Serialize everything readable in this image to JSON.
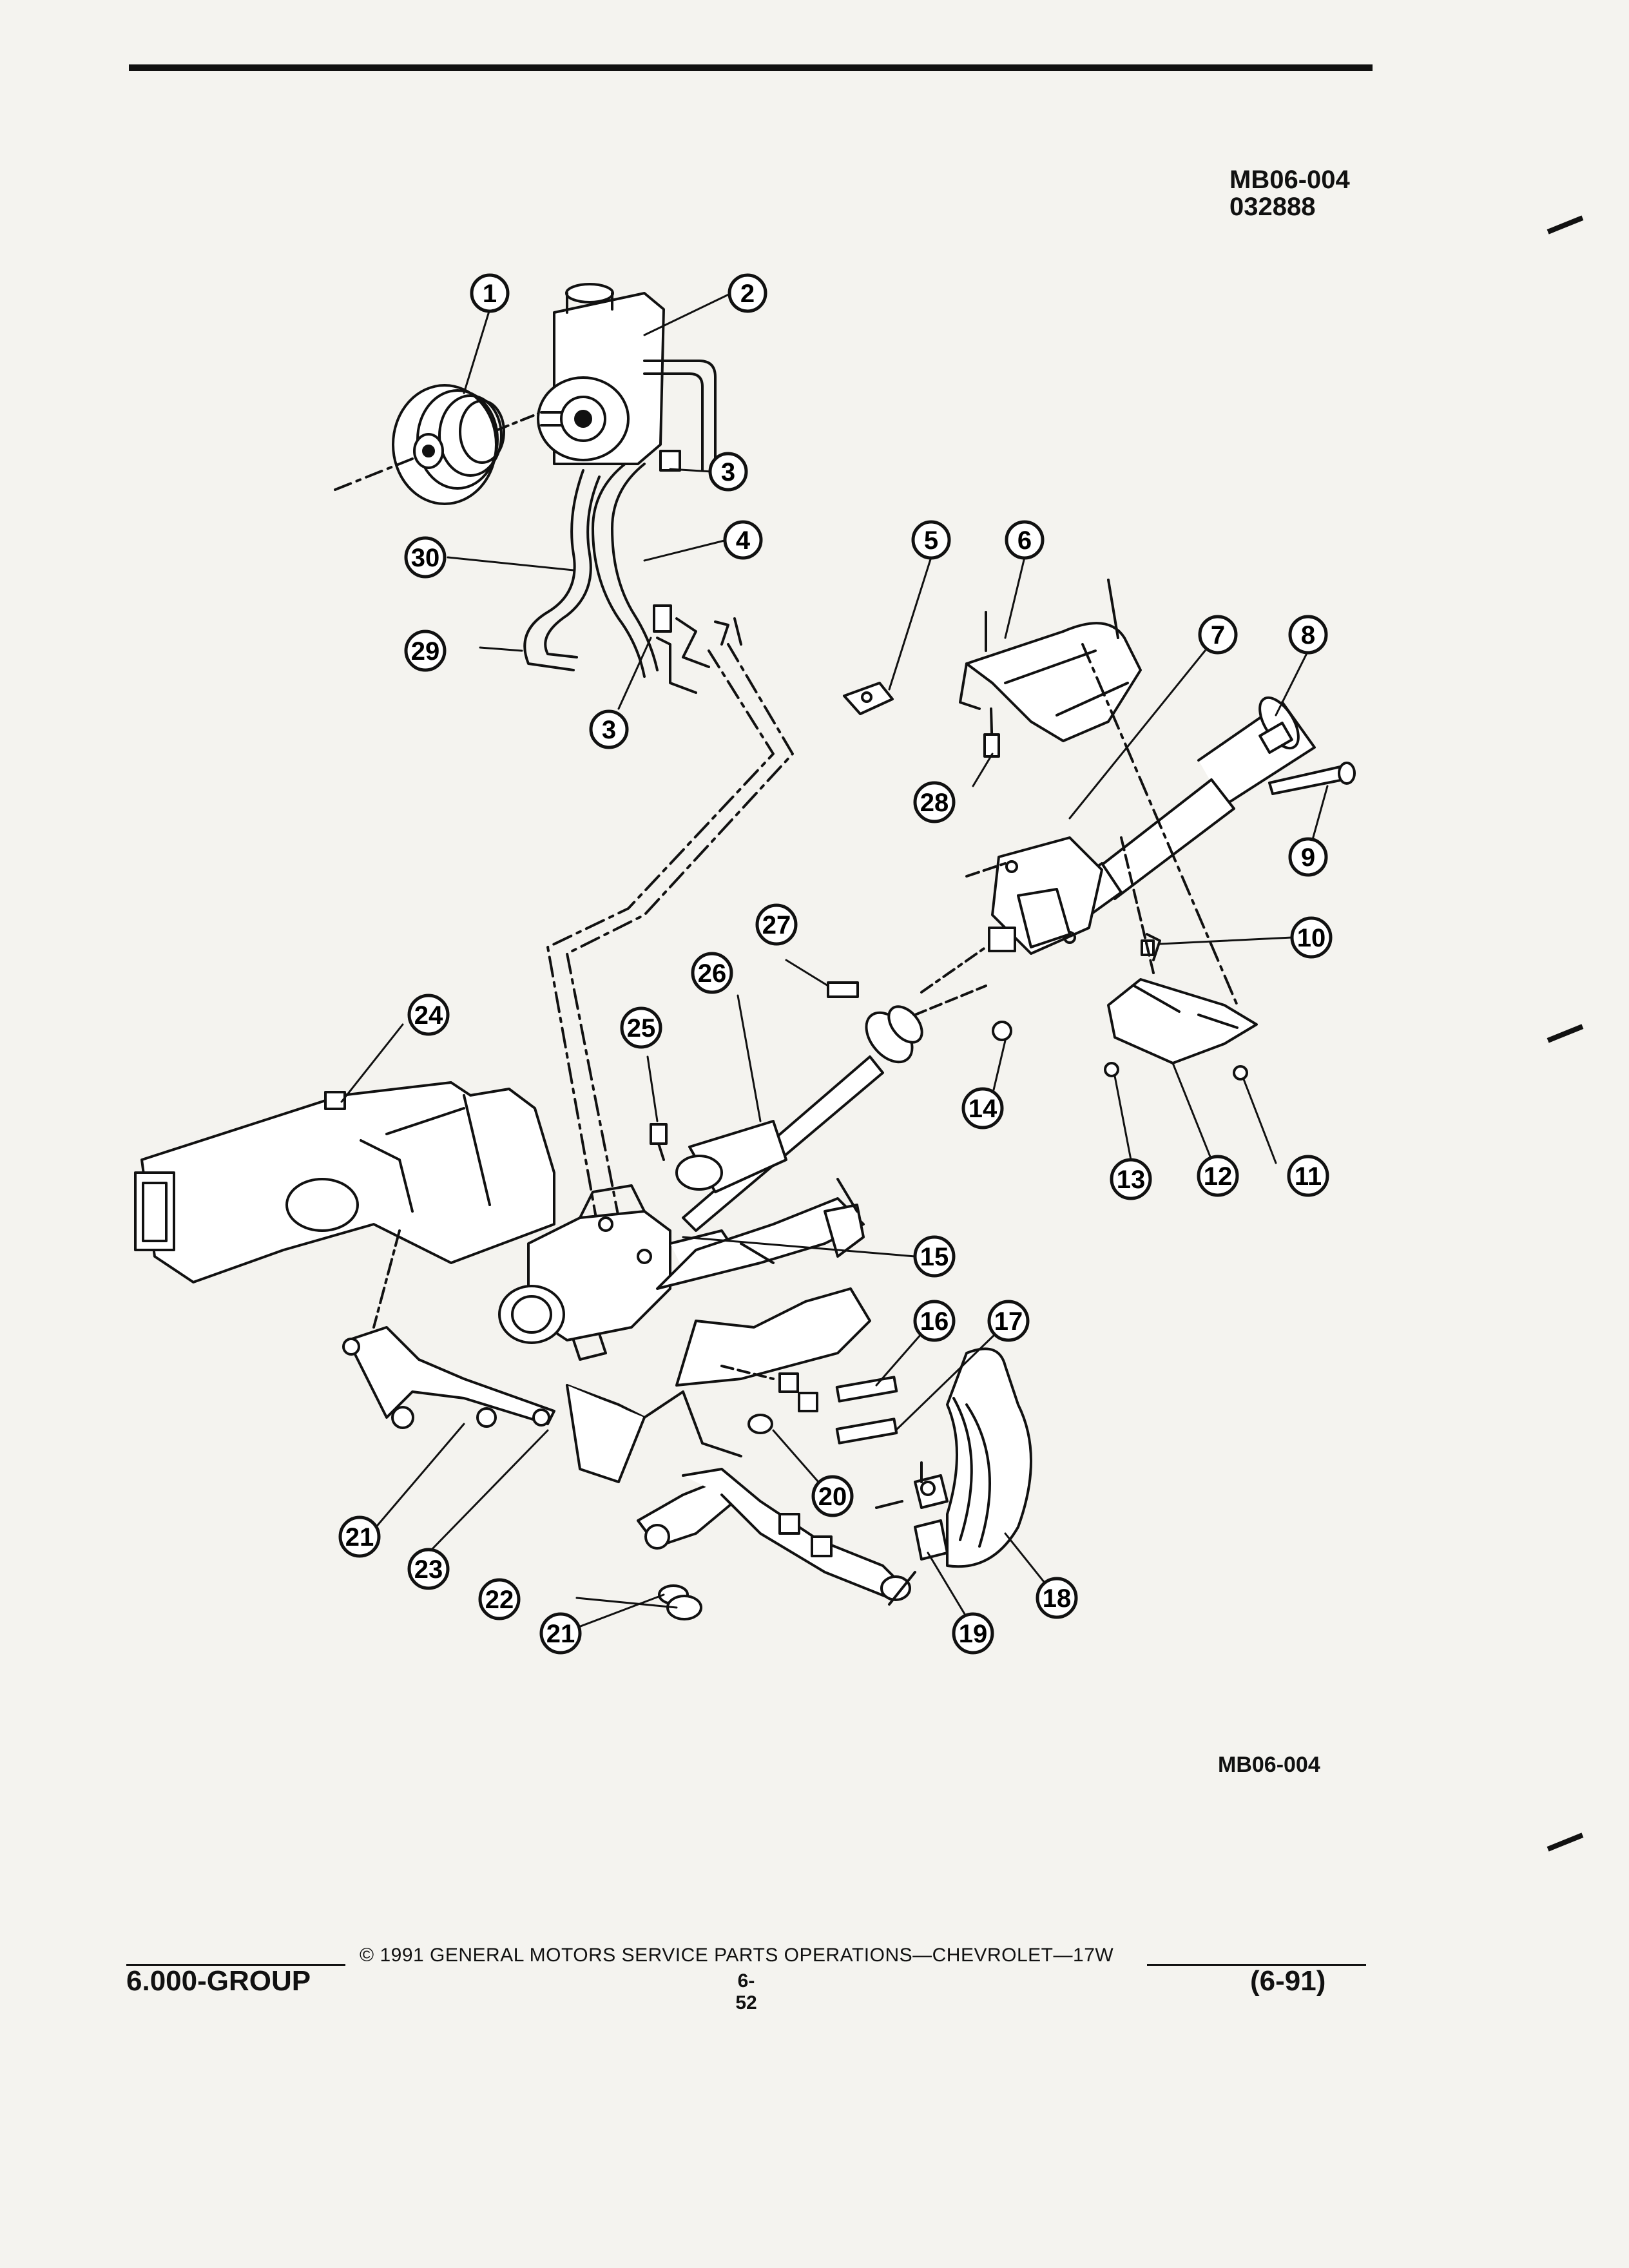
{
  "header": {
    "figure_ref": "MB06-004",
    "figure_code": "032888"
  },
  "figure_id": "MB06-004",
  "footer": {
    "section": "6.000-GROUP",
    "copyright_symbol": "©",
    "copyright_text": "1991  GENERAL MOTORS SERVICE PARTS OPERATIONS—CHEVROLET—17W",
    "page_number": "6-52",
    "date_code": "(6-91)"
  },
  "callouts": [
    "1",
    "2",
    "3",
    "3",
    "4",
    "5",
    "6",
    "7",
    "8",
    "9",
    "10",
    "11",
    "12",
    "13",
    "14",
    "15",
    "16",
    "17",
    "18",
    "19",
    "20",
    "21",
    "21",
    "22",
    "23",
    "24",
    "25",
    "26",
    "27",
    "28",
    "29",
    "30"
  ]
}
